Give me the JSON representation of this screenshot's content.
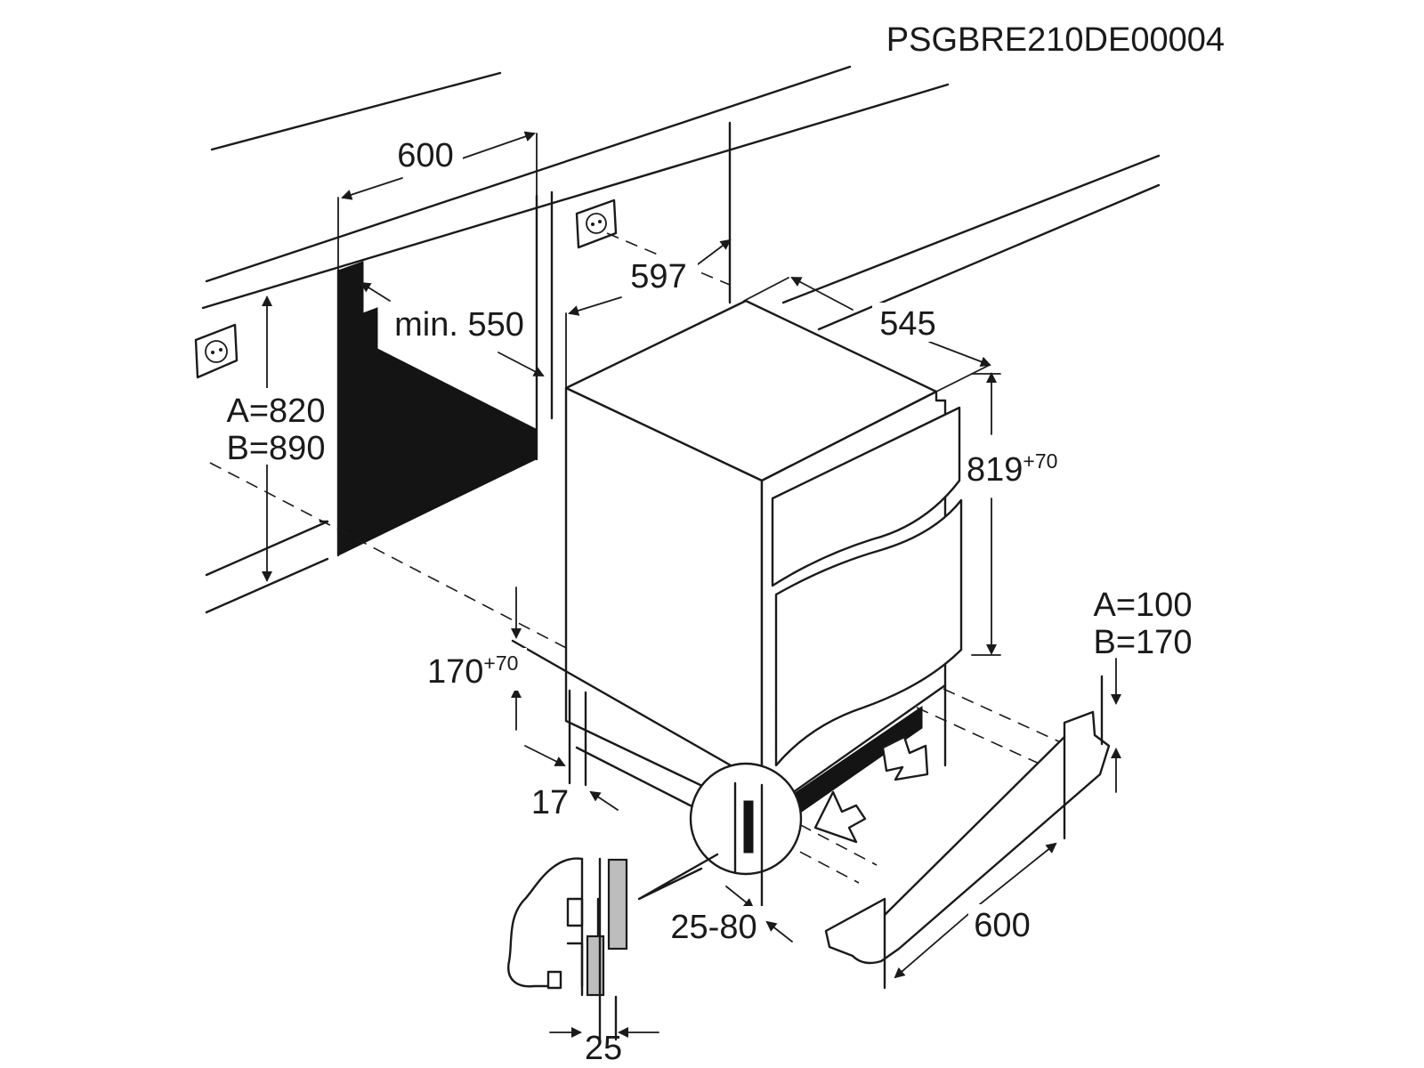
{
  "doc_code": "PSGBRE210DE00004",
  "labels": {
    "niche_width": "600",
    "appliance_width": "597",
    "appliance_depth": "545",
    "niche_depth": "min. 550",
    "niche_height_a": "A=820",
    "niche_height_b": "B=890",
    "appliance_height": "819",
    "appliance_height_tol": "+70",
    "plinth_height": "170",
    "plinth_height_tol": "+70",
    "plinth_offset": "17",
    "door_offset": "25-80",
    "plinth_a": "A=100",
    "plinth_b": "B=170",
    "plinth_width": "600",
    "detail_width": "25"
  },
  "icons": [
    "power-socket-icon",
    "power-socket-icon",
    "air-inflow-arrow-icon",
    "air-outflow-arrow-icon"
  ]
}
